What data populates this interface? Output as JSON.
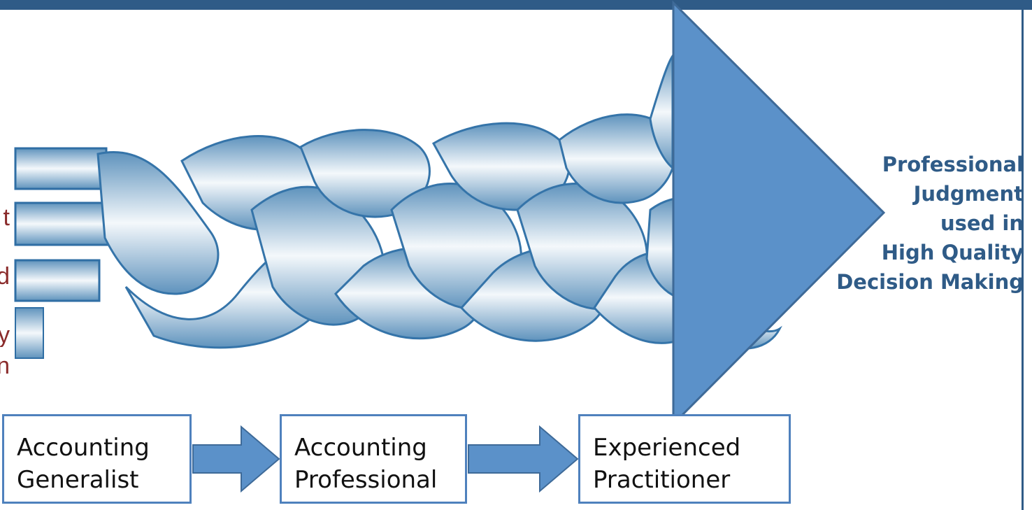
{
  "colors": {
    "header_bar": "#2f5b87",
    "arrow_fill": "#5b91c9",
    "arrow_stroke": "#3e6a98",
    "braid_strand": "#6f9fc5",
    "judgment_text": "#2f5b87",
    "cut_text": "#8a2b2b",
    "stage_border": "#4f81bd"
  },
  "cut_text": [
    "t",
    "d",
    "y",
    "n"
  ],
  "judgment": {
    "lines": [
      "Professional",
      "Judgment",
      "used in",
      "High Quality",
      "Decision Making"
    ]
  },
  "stages": [
    {
      "line1": "Accounting",
      "line2": "Generalist"
    },
    {
      "line1": "Accounting",
      "line2": "Professional"
    },
    {
      "line1": "Experienced",
      "line2": "Practitioner"
    }
  ]
}
